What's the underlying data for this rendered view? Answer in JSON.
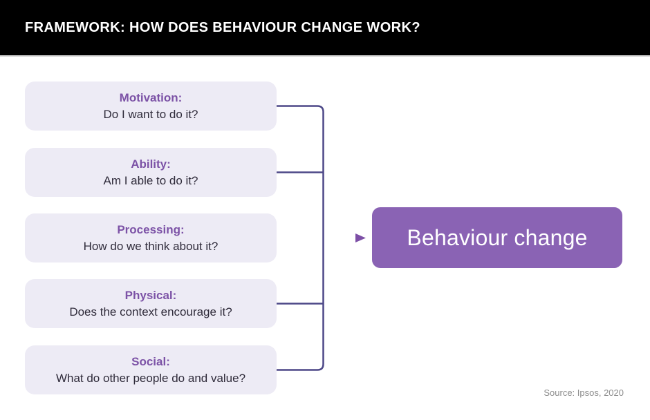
{
  "header": {
    "title": "FRAMEWORK: HOW DOES BEHAVIOUR CHANGE WORK?"
  },
  "factors": [
    {
      "label": "Motivation:",
      "question": "Do I want to do it?"
    },
    {
      "label": "Ability:",
      "question": "Am I able to do it?"
    },
    {
      "label": "Processing:",
      "question": "How do we think about it?"
    },
    {
      "label": "Physical:",
      "question": "Does the context encourage it?"
    },
    {
      "label": "Social:",
      "question": "What do other people do and value?"
    }
  ],
  "outcome": {
    "label": "Behaviour change"
  },
  "footer": {
    "source": "Source: Ipsos, 2020"
  },
  "colors": {
    "header_bg": "#000000",
    "header_text": "#ffffff",
    "factor_card_bg": "#edebf5",
    "factor_label": "#7c52a6",
    "factor_question": "#2f2b3a",
    "connector": "#4c4787",
    "arrow": "#7d4fa6",
    "outcome_bg": "#8a63b4",
    "outcome_text": "#ffffff",
    "source_text": "#8c8c8c"
  }
}
